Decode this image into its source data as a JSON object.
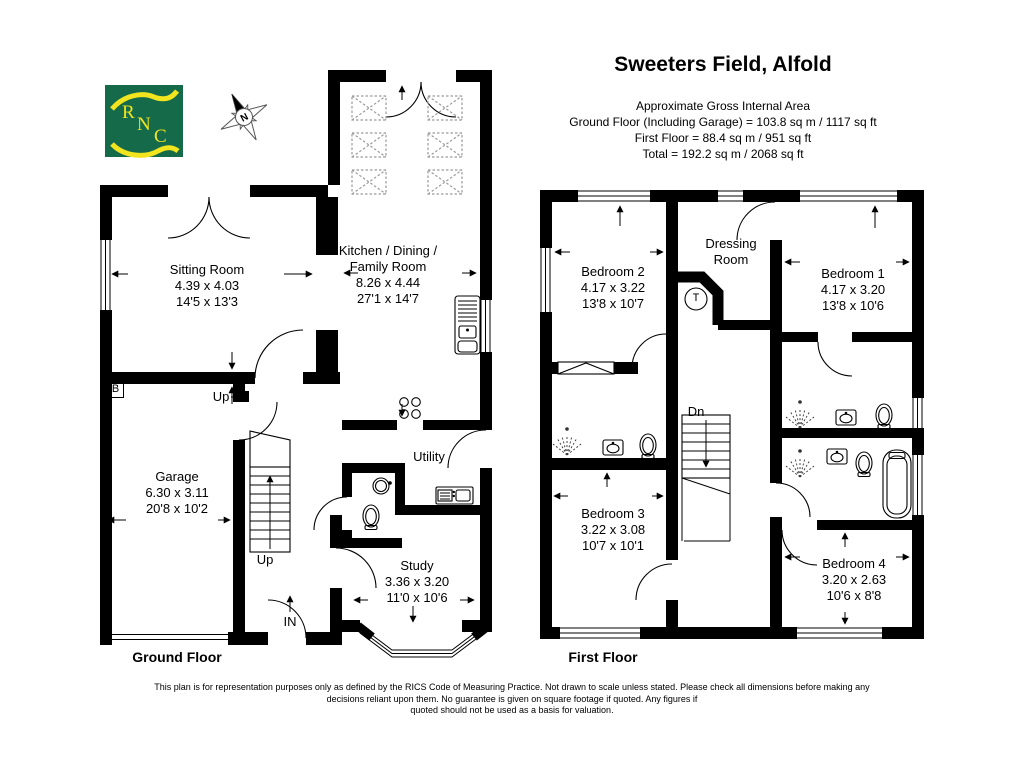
{
  "logo": {
    "letter1": "R",
    "letter2": "N",
    "letter3": "C",
    "bg_color": "#156a4a",
    "accent_color": "#f2e41f"
  },
  "compass": {
    "north_label": "N"
  },
  "title_block": {
    "title": "Sweeters Field, Alfold",
    "lines": [
      "Approximate Gross Internal Area",
      "Ground Floor (Including Garage) = 103.8 sq m / 1117 sq ft",
      "First Floor = 88.4 sq m / 951 sq ft",
      "Total = 192.2 sq m / 2068 sq ft"
    ]
  },
  "ground_floor": {
    "label": "Ground Floor",
    "rooms": {
      "sitting_room": "Sitting Room\n4.39 x 4.03\n14'5 x 13'3",
      "kitchen": "Kitchen / Dining /\nFamily Room\n8.26 x 4.44\n27'1 x 14'7",
      "garage": "Garage\n6.30 x 3.11\n20'8 x 10'2",
      "utility": "Utility",
      "study": "Study\n3.36 x 3.20\n11'0 x 10'6"
    },
    "markers": {
      "stairs_up": "Up",
      "step_up": "Up",
      "entrance": "IN",
      "boiler": "B"
    }
  },
  "first_floor": {
    "label": "First Floor",
    "rooms": {
      "bedroom_1": "Bedroom 1\n4.17 x 3.20\n13'8 x 10'6",
      "bedroom_2": "Bedroom 2\n4.17 x 3.22\n13'8 x 10'7",
      "bedroom_3": "Bedroom 3\n3.22 x 3.08\n10'7 x 10'1",
      "bedroom_4": "Bedroom 4\n3.20 x 2.63\n10'6 x 8'8",
      "dressing_room": "Dressing\nRoom"
    },
    "markers": {
      "stairs_down": "Dn",
      "water_tank": "T"
    }
  },
  "footer": {
    "line1": "This plan is for representation purposes only as defined by the RICS Code of Measuring Practice. Not drawn to scale unless stated. Please check all dimensions before making any",
    "line2": "decisions reliant upon them. No guarantee is given on square footage if quoted. Any figures if",
    "line3": "quoted should not be used as a basis for valuation."
  }
}
